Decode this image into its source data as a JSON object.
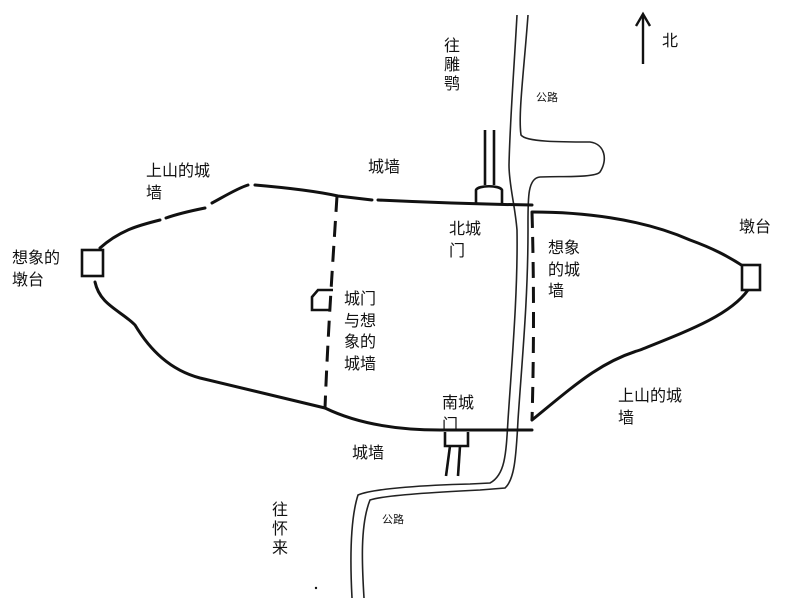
{
  "colors": {
    "ink": "#111111",
    "road": "#222222",
    "paper": "#ffffff"
  },
  "compass": {
    "label": "北"
  },
  "labels": {
    "to_diaoe": "往\n雕\n鹗",
    "road_north": "公路",
    "road_south": "公路",
    "wall_top": "城墙",
    "wall_bottom": "城墙",
    "west_mountain_wall": "上山的城\n墙",
    "east_mountain_wall": "上山的城\n墙",
    "imagined_west_tower": "想象的\n墩台",
    "east_tower": "墩台",
    "north_gate": "北城\n门",
    "south_gate": "南城\n门",
    "west_gate_wall": "城门\n与想\n象的\n城墙",
    "imagined_east_wall": "想象\n的城\n墙",
    "to_huailai": "往\n怀\n来"
  }
}
